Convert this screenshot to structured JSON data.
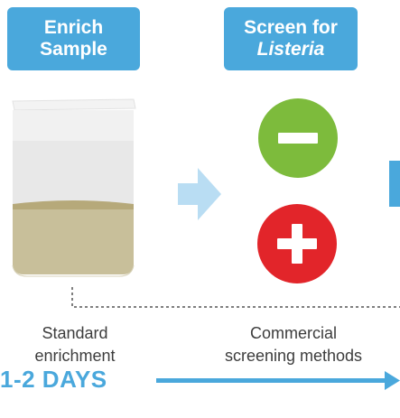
{
  "steps": [
    {
      "line1": "Enrich",
      "line2": "Sample"
    },
    {
      "line1": "Screen for",
      "line2": "Listeria"
    }
  ],
  "captions": {
    "left": [
      "Standard",
      "enrichment"
    ],
    "right": [
      "Commercial",
      "screening methods"
    ]
  },
  "timeline": {
    "label": "1-2 DAYS"
  },
  "results": {
    "negative": "minus",
    "positive": "plus"
  },
  "colors": {
    "accent": "#4aa8dc",
    "arrow_light": "#b9ddf3",
    "negative": "#7dbb3c",
    "positive": "#e2252a",
    "sample": "#c3b990",
    "text": "#3d3d3d"
  },
  "icons": [
    "sample-bag-icon",
    "right-arrow-icon",
    "minus-icon",
    "plus-icon",
    "timeline-arrow-icon"
  ]
}
